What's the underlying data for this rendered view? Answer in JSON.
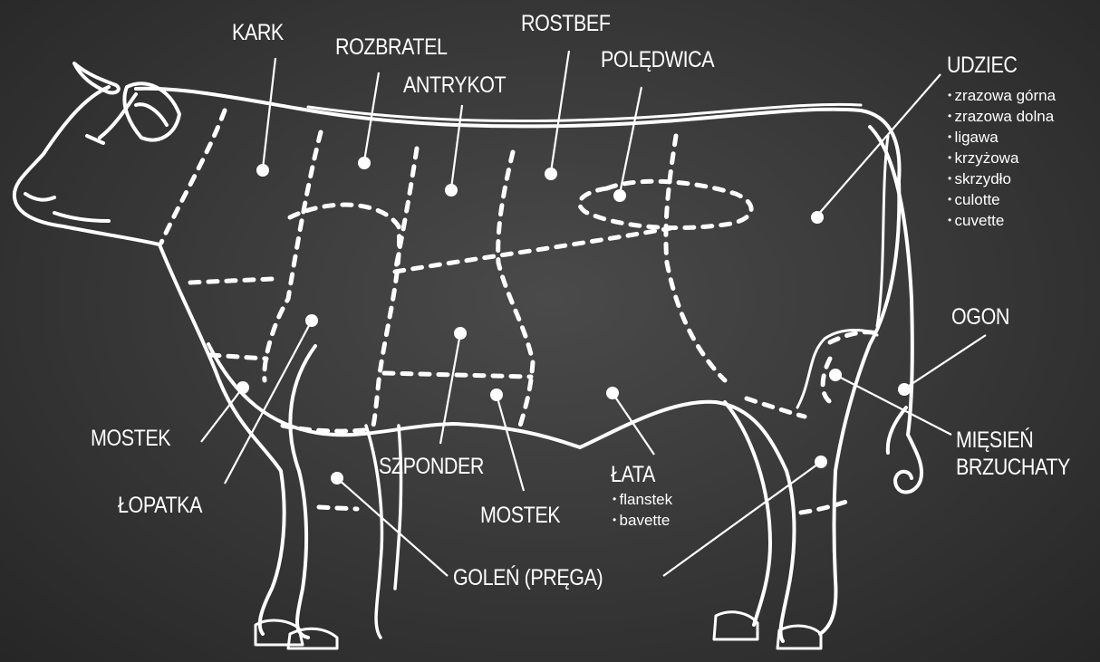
{
  "labels": {
    "kark": "KARK",
    "rozbratel": "ROZBRATEL",
    "rostbef": "ROSTBEF",
    "antrykot": "ANTRYKOT",
    "poledwica": "POLĘDWICA",
    "udziec": "UDZIEC",
    "ogon": "OGON",
    "miesien_line1": "MIĘSIEŃ",
    "miesien_line2": "BRZUCHATY",
    "mostek_front": "MOSTEK",
    "lopatka": "ŁOPATKA",
    "szponder": "SZPONDER",
    "mostek_mid": "MOSTEK",
    "lata": "ŁATA",
    "golen": "GOLEŃ (PRĘGA)"
  },
  "udziec_items": [
    "zrazowa górna",
    "zrazowa dolna",
    "ligawa",
    "krzyżowa",
    "skrzydło",
    "culotte",
    "cuvette"
  ],
  "lata_items": [
    "flanstek",
    "bavette"
  ],
  "colors": {
    "background": "#3a3a3a",
    "line": "#ffffff"
  }
}
